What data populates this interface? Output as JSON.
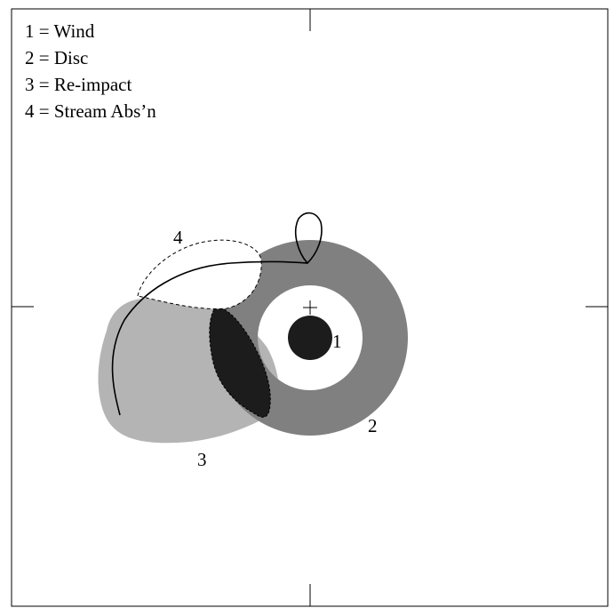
{
  "legend": {
    "items": [
      {
        "label": "1 = Wind"
      },
      {
        "label": "2 = Disc"
      },
      {
        "label": "3 = Re-impact"
      },
      {
        "label": "4 = Stream Abs’n"
      }
    ]
  },
  "region_labels": {
    "wind": "1",
    "disc": "2",
    "reimpact": "3",
    "stream_absorption": "4"
  },
  "colors": {
    "wind": "#1c1c1c",
    "disc": "#808080",
    "reimpact_light": "#b4b4b4",
    "reimpact_dark": "#1c1c1c",
    "background": "#ffffff",
    "line": "#000000"
  }
}
